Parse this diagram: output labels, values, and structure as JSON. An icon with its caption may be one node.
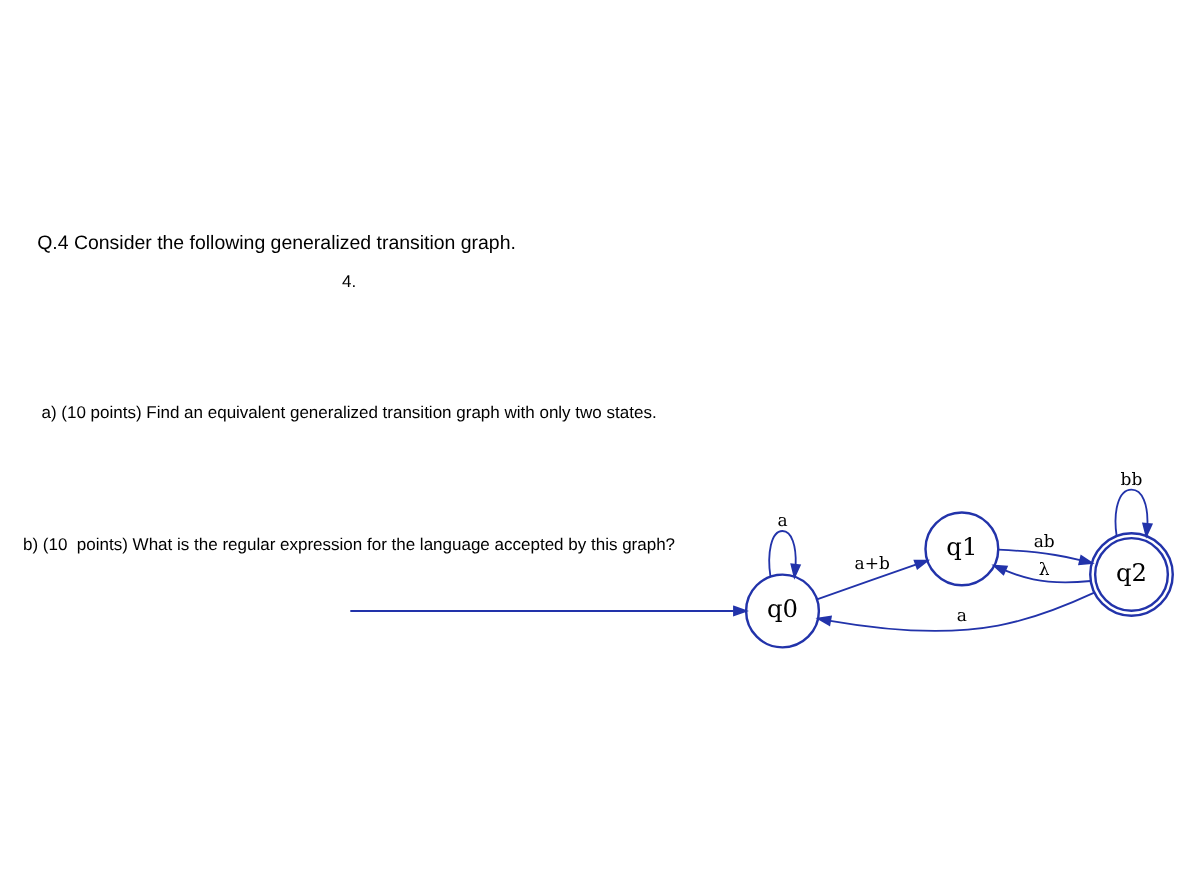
{
  "diagram": {
    "title": "Q.4 Consider the following generalized transition graph.",
    "nodes": [
      {
        "text": [
          "q0"
        ]
      },
      {
        "text": [
          "q1"
        ]
      },
      {
        "text": [
          "q2"
        ]
      }
    ],
    "edges": [
      {
        "from": null,
        "to": 0,
        "arrow": "to"
      },
      {
        "from": 0,
        "to": 0,
        "label": "a",
        "arrow": "to"
      },
      {
        "from": 0,
        "to": 1,
        "label": "a+b",
        "arrow": "to"
      },
      {
        "from": 2,
        "to": 1,
        "label": "λ",
        "arrow": "to"
      },
      {
        "from": 1,
        "to": 2,
        "label": "ab",
        "arrow": "to"
      },
      {
        "from": 2,
        "to": 2,
        "label": "bb",
        "arrow": "to"
      },
      {
        "from": 2,
        "to": 0,
        "label": "a",
        "arrow": "to"
      }
    ],
    "labels": [
      "4.",
      "a) (10 points) Find an equivalent generalized transition graph with only two states.",
      "b) (10  points) What is the regular expression for the language accepted by this graph?"
    ]
  }
}
